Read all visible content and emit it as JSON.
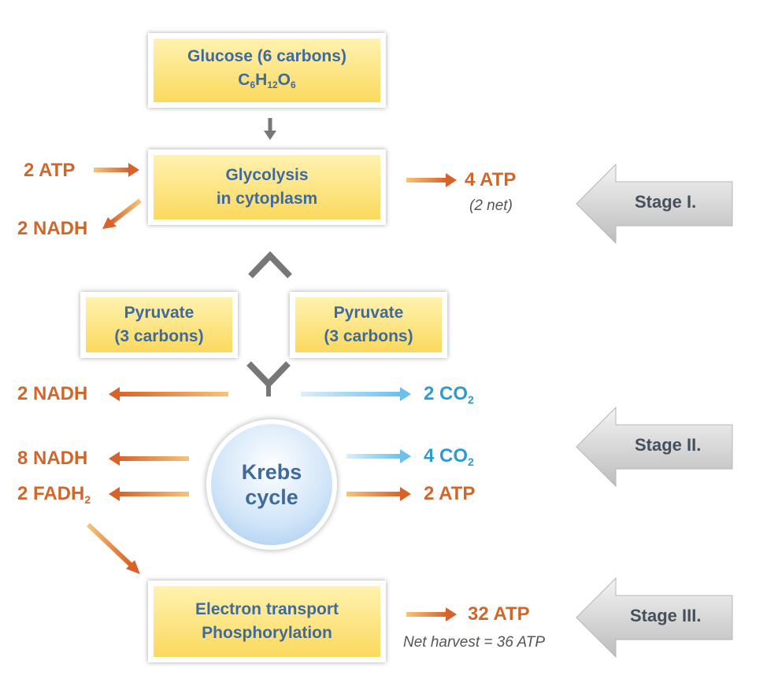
{
  "boxes": {
    "glucose_line1": "Glucose (6 carbons)",
    "glucose_formula": {
      "c": "C",
      "c_sub": "6",
      "h": "H",
      "h_sub": "12",
      "o": "O",
      "o_sub": "6"
    },
    "glycolysis_line1": "Glycolysis",
    "glycolysis_line2": "in cytoplasm",
    "pyruvate_left_line1": "Pyruvate",
    "pyruvate_left_line2": "(3 carbons)",
    "pyruvate_right_line1": "Pyruvate",
    "pyruvate_right_line2": "(3 carbons)",
    "electron_line1": "Electron transport",
    "electron_line2": "Phosphorylation"
  },
  "krebs": {
    "line1": "Krebs",
    "line2": "cycle"
  },
  "inputs_outputs": {
    "atp_in": "2 ATP",
    "nadh_glycolysis": "2 NADH",
    "atp_glycolysis": "4 ATP",
    "atp_glycolysis_net": "(2 net)",
    "nadh_pyruvate": "2 NADH",
    "co2_pyruvate": {
      "text": "2 CO",
      "sub": "2"
    },
    "nadh_krebs": "8 NADH",
    "fadh_krebs": {
      "text": "2 FADH",
      "sub": "2"
    },
    "co2_krebs": {
      "text": "4 CO",
      "sub": "2"
    },
    "atp_krebs": "2 ATP",
    "atp_etc": "32 ATP",
    "net_harvest": "Net harvest = 36 ATP"
  },
  "stages": [
    "Stage I.",
    "Stage II.",
    "Stage III."
  ],
  "colors": {
    "orange": "#d2662a",
    "blue_text": "#3f6a9c",
    "co2_blue": "#2b9bd3",
    "box_yellow": "#fbd95e",
    "gray_arrow": "#777777"
  }
}
